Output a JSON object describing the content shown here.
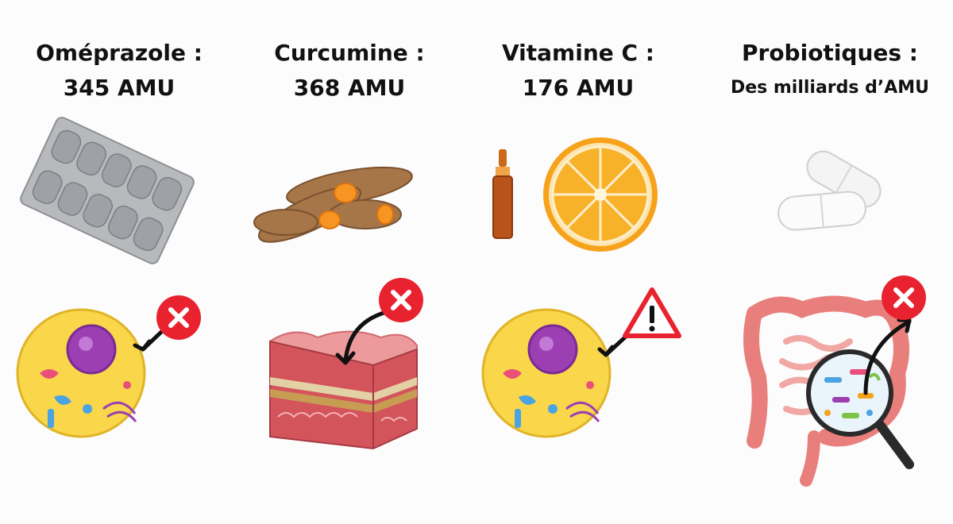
{
  "columns": [
    {
      "title": "Oméprazole :",
      "subtitle": "345 AMU",
      "product": "pill-blister",
      "target": "cell",
      "status": "blocked"
    },
    {
      "title": "Curcumine :",
      "subtitle": "368 AMU",
      "product": "turmeric-root",
      "target": "skin",
      "status": "blocked"
    },
    {
      "title": "Vitamine C :",
      "subtitle": "176 AMU",
      "product": "ampoule-and-orange",
      "target": "cell",
      "status": "warning"
    },
    {
      "title": "Probiotiques :",
      "subtitle": "Des milliards d’AMU",
      "product": "capsules",
      "target": "intestine",
      "status": "blocked"
    }
  ],
  "colors": {
    "block": "#e8222e",
    "warning": "#e8222e",
    "cell": "#f9d64a",
    "nucleus": "#9b3fb3",
    "skin": "#e9848a",
    "orange": "#f7a21b"
  }
}
